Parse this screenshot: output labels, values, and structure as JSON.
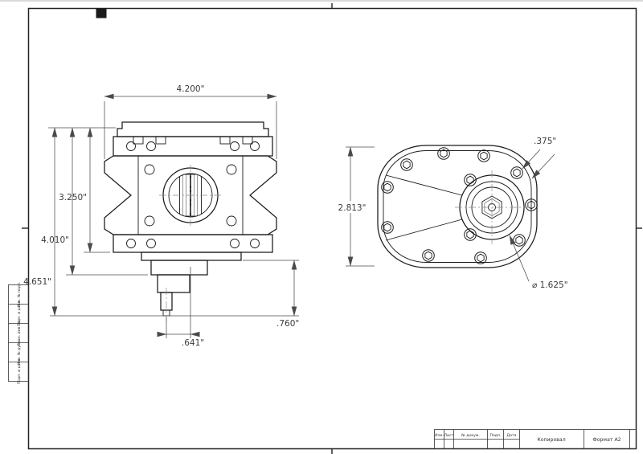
{
  "drawing": {
    "side_view": {
      "width": "4.200\"",
      "flange_height": "3.250\"",
      "mid_height": "4.010\"",
      "total_height": "4.651\"",
      "shaft_offset": ".641\"",
      "lower_depth": ".760\""
    },
    "front_view": {
      "body_height": "2.813\"",
      "bolt_hole": ".375\"",
      "hub_diameter": "⌀ 1.625\""
    }
  },
  "title_block": {
    "columns": [
      "Изм.",
      "Лист",
      "№ докум.",
      "Подп.",
      "Дата"
    ],
    "copied_label": "Копировал",
    "format_label": "Формат А2"
  },
  "margin_stamps": [
    "Инв. № подл.",
    "Подп. и дата",
    "Взам. инв. №",
    "Инв. № дубл.",
    "Подп. и дата"
  ]
}
